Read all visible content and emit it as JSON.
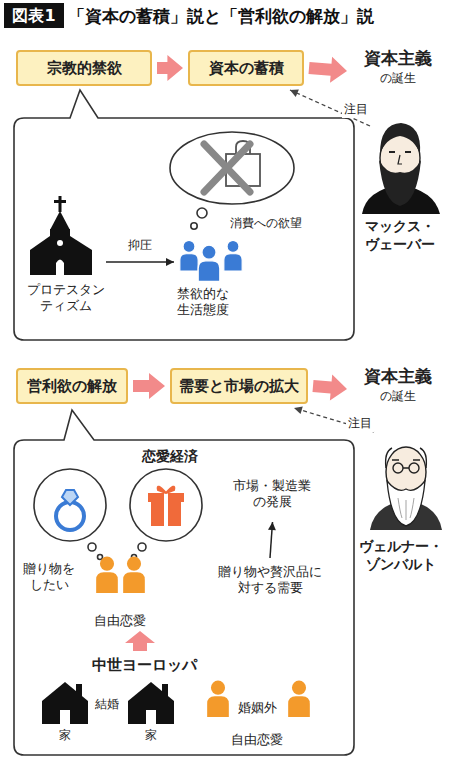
{
  "diagram": {
    "title": "「資本の蓄積」説と「営利欲の解放」説",
    "nodes": [
      {
        "text": [
          "図表1"
        ]
      },
      {
        "text": [
          "宗教的禁欲"
        ]
      },
      {
        "text": [
          "資本の蓄積"
        ]
      },
      {
        "text": [
          "資本主義",
          "の誕生"
        ]
      },
      {
        "text": []
      },
      {
        "text": [
          "プロテスタンティズム"
        ],
        "in": 4
      },
      {
        "text": [
          "禁欲的な生活態度"
        ],
        "in": 4
      },
      {
        "text": [
          "消費への欲望"
        ],
        "in": 4
      },
      {
        "text": [
          "マックス・ヴェーバー"
        ]
      },
      {
        "text": [
          "営利欲の解放"
        ]
      },
      {
        "text": [
          "需要と市場の拡大"
        ]
      },
      {
        "text": [
          "資本主義",
          "の誕生"
        ]
      },
      {
        "text": [
          "恋愛経済"
        ]
      },
      {
        "text": [
          "贈り物をしたい",
          "自由恋愛"
        ],
        "in": 12
      },
      {
        "text": [
          "市場・製造業の発展"
        ],
        "in": 12
      },
      {
        "text": [
          "贈り物や贅沢品に対する需要"
        ],
        "in": 12
      },
      {
        "text": [
          "中世ヨーロッパ"
        ],
        "in": 12
      },
      {
        "text": [
          "家"
        ],
        "in": 16
      },
      {
        "text": [
          "家"
        ],
        "in": 16
      },
      {
        "text": [
          "婚姻外",
          "自由恋愛"
        ],
        "in": 16
      },
      {
        "text": [
          "ヴェルナー・ゾンバルト"
        ]
      }
    ],
    "edges": [
      {
        "from": 1,
        "to": 2,
        "arrow": "to"
      },
      {
        "from": 2,
        "to": 3,
        "arrow": "to"
      },
      {
        "from": 5,
        "to": 6,
        "label": "抑圧",
        "arrow": "to"
      },
      {
        "from": 8,
        "to": 2,
        "label": "注目",
        "arrow": "to"
      },
      {
        "from": 9,
        "to": 10,
        "arrow": "to"
      },
      {
        "from": 10,
        "to": 11,
        "arrow": "to"
      },
      {
        "from": 15,
        "to": 14,
        "arrow": "to"
      },
      {
        "from": 16,
        "to": 13,
        "arrow": "to"
      },
      {
        "from": 20,
        "to": 10,
        "label": "注目",
        "arrow": "to"
      }
    ],
    "labels": [
      "結婚"
    ]
  }
}
